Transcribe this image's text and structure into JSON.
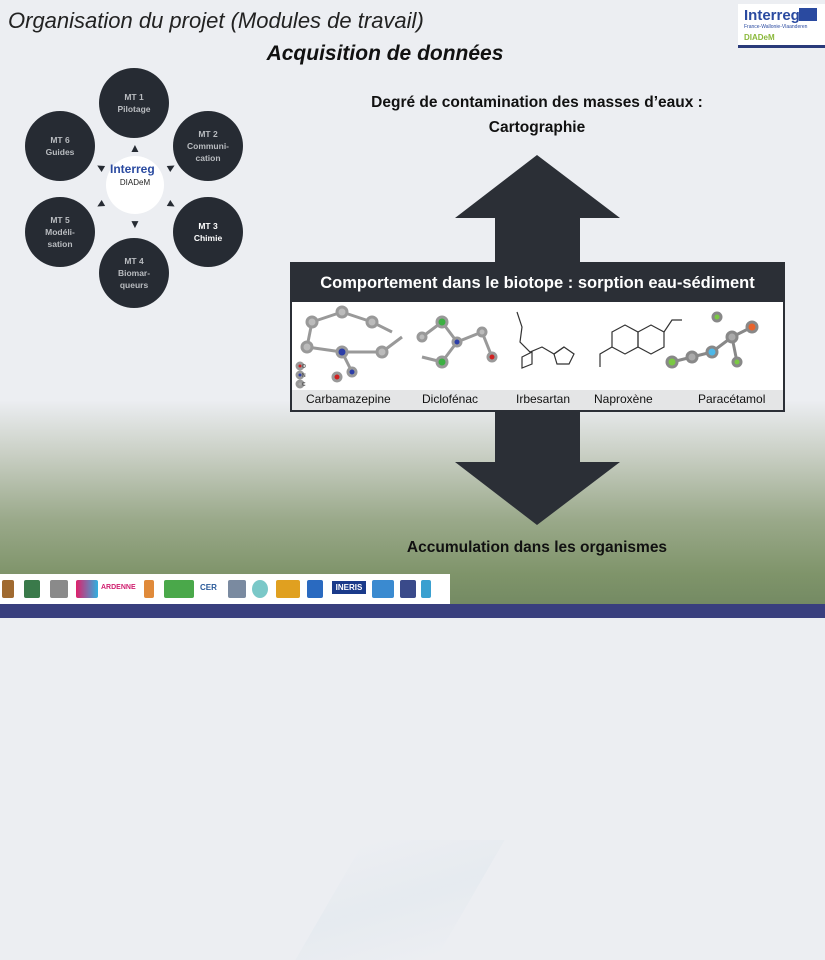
{
  "title": "Organisation du projet (Modules de travail)",
  "subtitle": "Acquisition de données",
  "logo": {
    "brand": "Interreg",
    "region": "France-Wallonie-Vlaanderen",
    "project": "DIADeM"
  },
  "modules": [
    {
      "code": "MT 1",
      "name": "Pilotage"
    },
    {
      "code": "MT 2",
      "name": "Communi-",
      "name2": "cation"
    },
    {
      "code": "MT 3",
      "name": "Chimie"
    },
    {
      "code": "MT 4",
      "name": "Biomar-",
      "name2": "queurs"
    },
    {
      "code": "MT 5",
      "name": "Modéli-",
      "name2": "sation"
    },
    {
      "code": "MT 6",
      "name": "Guides"
    }
  ],
  "center": {
    "brand": "Interreg",
    "project": "DIADeM"
  },
  "top_heading": {
    "line1": "Degré de contamination des masses d’eaux :",
    "line2": "Cartographie"
  },
  "box": {
    "title": "Comportement dans le biotope : sorption eau-sédiment",
    "atom_legend": [
      "O",
      "N",
      "C"
    ],
    "molecules": [
      "Carbamazepine",
      "Diclofénac",
      "Irbesartan",
      "Naproxène",
      "Paracétamol"
    ]
  },
  "bottom_heading": "Accumulation dans les organismes",
  "partners": [
    "ARDENNE",
    "INERIS",
    "CER"
  ],
  "colors": {
    "dark": "#2b2f36",
    "bar": "#393f7e",
    "interreg": "#2a4aa0"
  }
}
